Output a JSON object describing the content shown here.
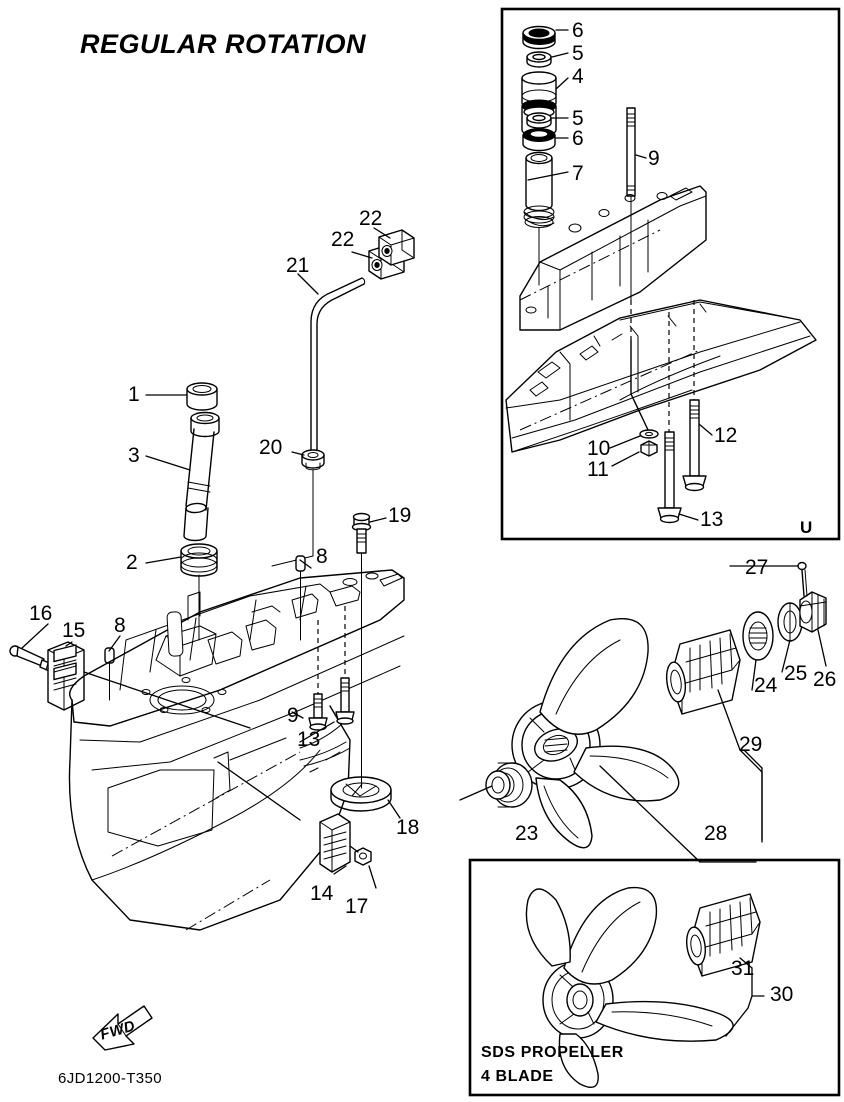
{
  "document": {
    "title": "REGULAR ROTATION",
    "part_number": "6JD1200-T350",
    "direction_marker": "FWD"
  },
  "insets": [
    {
      "name": "upper-right-inset",
      "corner_marker": "U",
      "callouts": [
        "6",
        "5",
        "4",
        "5",
        "6",
        "7",
        "9",
        "10",
        "11",
        "12",
        "13"
      ]
    },
    {
      "name": "sds-propeller-inset",
      "label_line1": "SDS PROPELLER",
      "label_line2": "4 BLADE",
      "callouts": [
        "31",
        "30"
      ]
    }
  ],
  "callouts": {
    "c1": "1",
    "c2": "2",
    "c3": "3",
    "c4": "4",
    "c5a": "5",
    "c5b": "5",
    "c6a": "6",
    "c6b": "6",
    "c7": "7",
    "c8a": "8",
    "c8b": "8",
    "c8c": "8",
    "c9_inset": "9",
    "c9_main": "9",
    "c10": "10",
    "c11": "11",
    "c12": "12",
    "c13_inset": "13",
    "c13_main": "13",
    "c14": "14",
    "c15": "15",
    "c16": "16",
    "c17": "17",
    "c18": "18",
    "c19": "19",
    "c20": "20",
    "c21": "21",
    "c22a": "22",
    "c22b": "22",
    "c23": "23",
    "c24": "24",
    "c25": "25",
    "c26": "26",
    "c27": "27",
    "c28": "28",
    "c29": "29",
    "c30": "30",
    "c31": "31",
    "u_marker": "U"
  },
  "style": {
    "line_color": "#000000",
    "background": "#ffffff",
    "stroke_width": 1.4
  }
}
